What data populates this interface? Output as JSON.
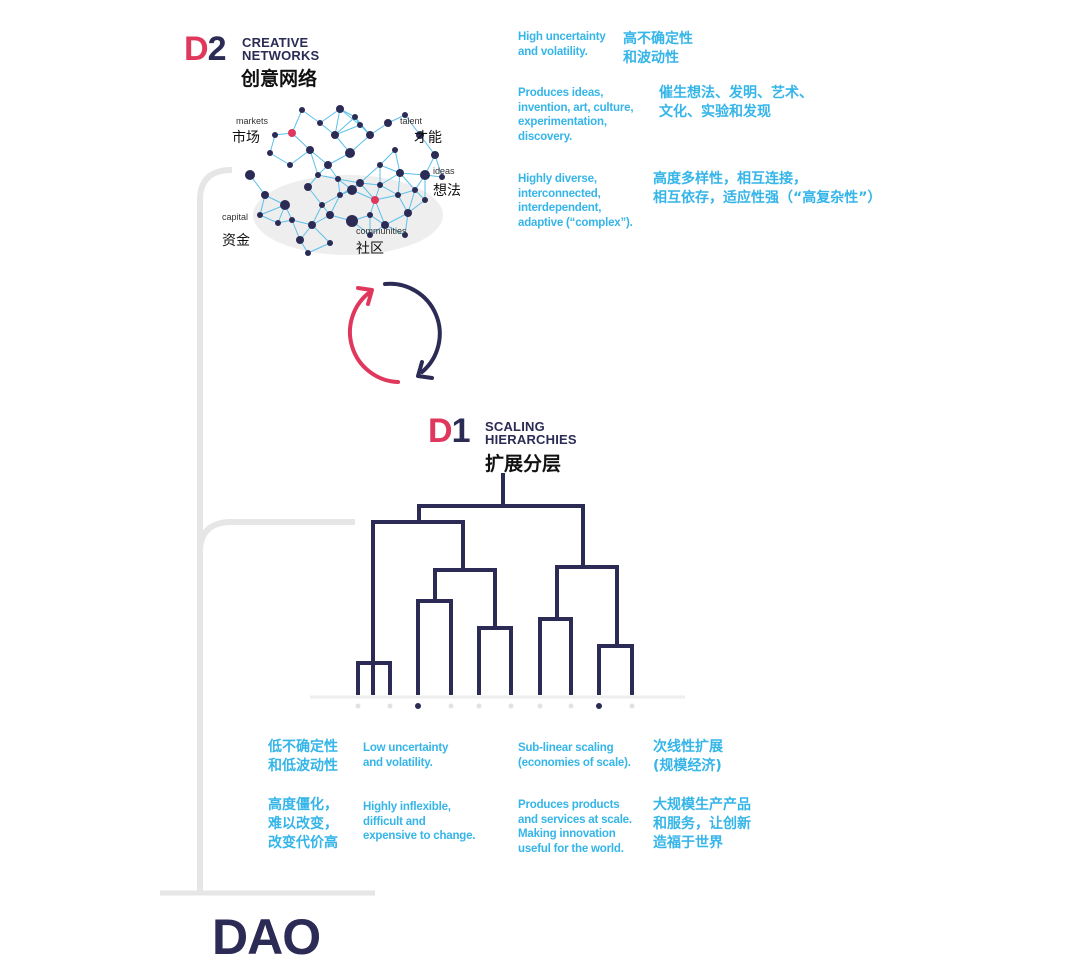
{
  "d2": {
    "letter": "D",
    "number": "2",
    "title_en": "CREATIVE\nNETWORKS",
    "title_zh": "创意网络",
    "brain_labels": {
      "markets_en": "markets",
      "markets_zh": "市场",
      "talent_en": "talent",
      "talent_zh": "才能",
      "ideas_en": "ideas",
      "ideas_zh": "想法",
      "capital_en": "capital",
      "capital_zh": "资金",
      "communities_en": "communities",
      "communities_zh": "社区"
    },
    "desc": [
      {
        "en": "High uncertainty\nand volatility.",
        "zh": "高不确定性\n和波动性"
      },
      {
        "en": "Produces ideas,\ninvention, art, culture,\nexperimentation,\ndiscovery.",
        "zh": "催生想法、发明、艺术、\n文化、实验和发现"
      },
      {
        "en": "Highly diverse,\ninterconnected,\ninterdependent,\nadaptive (“complex”).",
        "zh": "高度多样性，相互连接，\n相互依存，适应性强（“高复杂性”）"
      }
    ]
  },
  "d1": {
    "letter": "D",
    "number": "1",
    "title_en": "SCALING\nHIERARCHIES",
    "title_zh": "扩展分层",
    "desc_left": [
      {
        "zh": "低不确定性\n和低波动性",
        "en": "Low uncertainty\nand volatility."
      },
      {
        "zh": "高度僵化，\n难以改变，\n改变代价高",
        "en": "Highly inflexible,\ndifficult and\nexpensive to change."
      }
    ],
    "desc_right": [
      {
        "en": "Sub-linear scaling\n(economies of scale).",
        "zh": "次线性扩展\n(规模经济)"
      },
      {
        "en": "Produces products\nand services at scale.\nMaking innovation\nuseful for the world.",
        "zh": "大规模生产产品\n和服务，让创新\n造福于世界"
      }
    ]
  },
  "dao": "DAO",
  "colors": {
    "navy": "#2b2b55",
    "pink": "#e0385d",
    "blue_text": "#35b5e8",
    "network_line": "#5bc0eb",
    "gray_line": "#e6e6e6"
  }
}
